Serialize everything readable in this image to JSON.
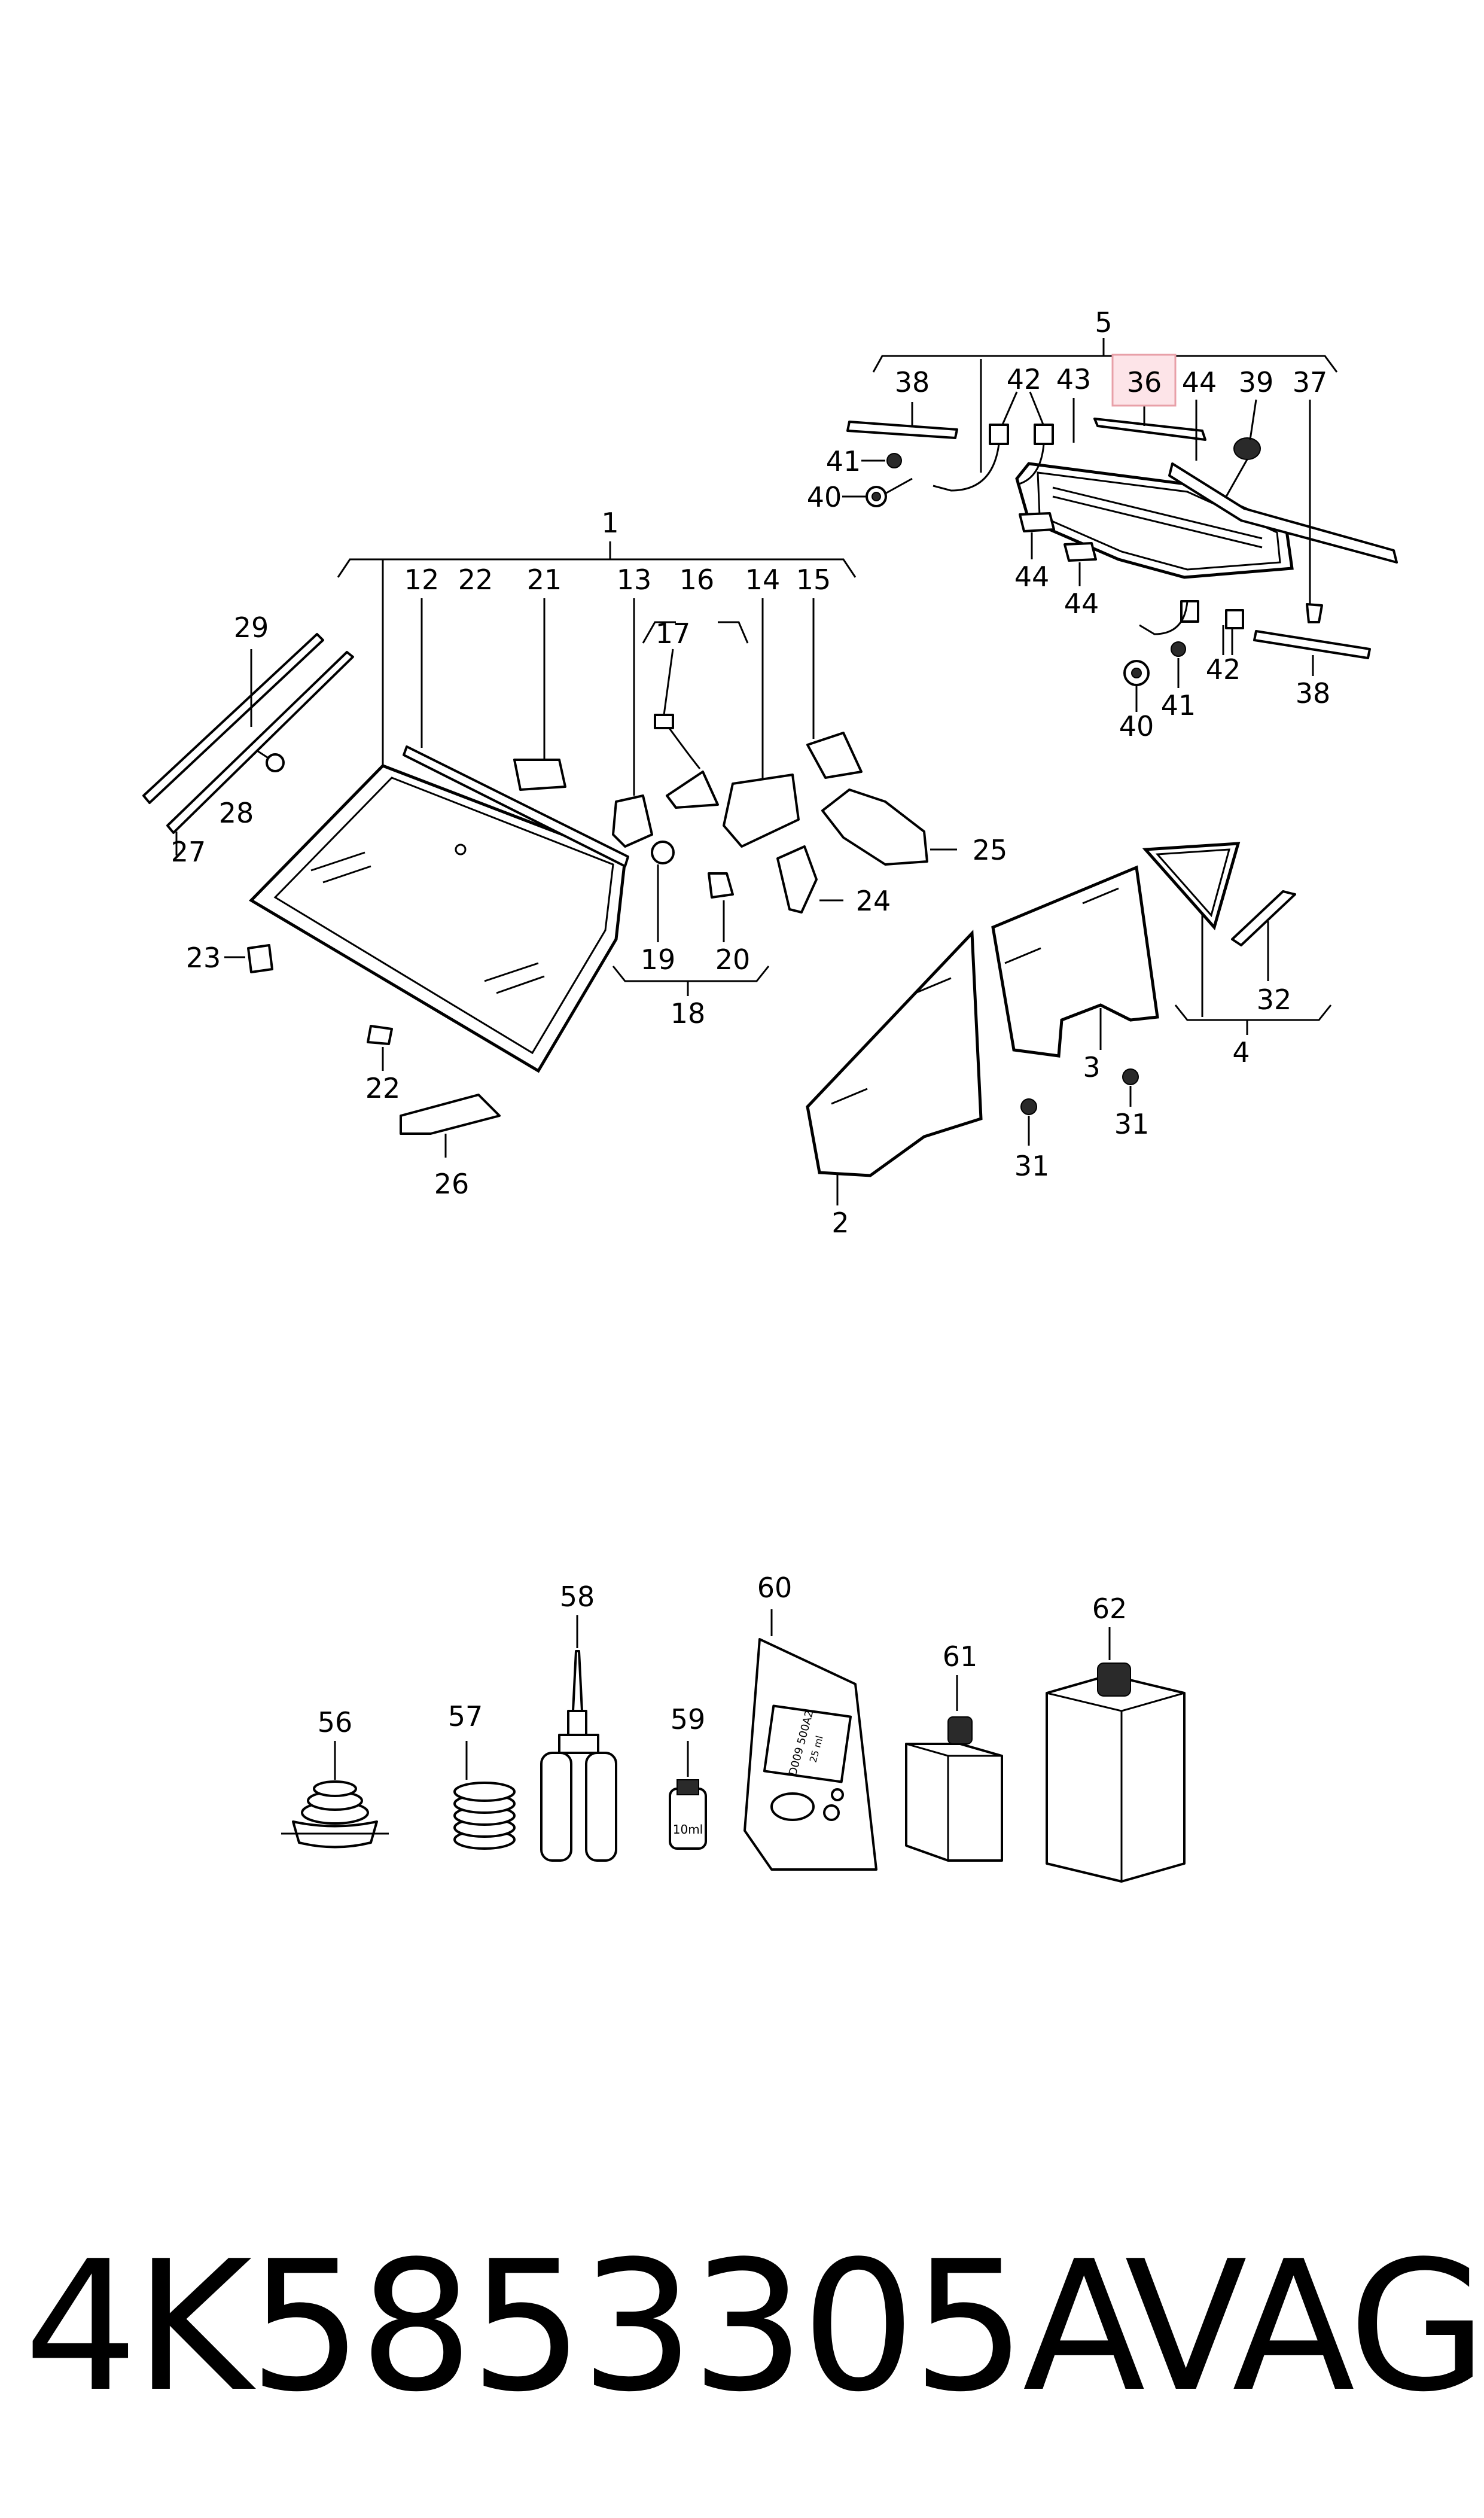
{
  "footer": {
    "part_number": "4K5853305A",
    "brand": "VAG"
  },
  "highlight": {
    "callout": "36",
    "color": "#e8a0a8"
  },
  "callouts": {
    "c1": "1",
    "c2": "2",
    "c3": "3",
    "c4": "4",
    "c5": "5",
    "c12": "12",
    "c13": "13",
    "c14": "14",
    "c15": "15",
    "c16": "16",
    "c17": "17",
    "c18": "18",
    "c19": "19",
    "c20": "20",
    "c21": "21",
    "c22a": "22",
    "c22b": "22",
    "c23": "23",
    "c24": "24",
    "c25": "25",
    "c26": "26",
    "c27": "27",
    "c28": "28",
    "c29": "29",
    "c31a": "31",
    "c31b": "31",
    "c32": "32",
    "c36": "36",
    "c37": "37",
    "c38a": "38",
    "c38b": "38",
    "c39": "39",
    "c40a": "40",
    "c40b": "40",
    "c41a": "41",
    "c41b": "41",
    "c42a": "42",
    "c42b": "42",
    "c43": "43",
    "c44a": "44",
    "c44b": "44",
    "c44c": "44",
    "c56": "56",
    "c57": "57",
    "c58": "58",
    "c59": "59",
    "c60": "60",
    "c61": "61",
    "c62": "62"
  },
  "product_text": {
    "bag_code": "D009 500A2",
    "bag_weight": "25 ml",
    "bottle_size": "10ml"
  }
}
